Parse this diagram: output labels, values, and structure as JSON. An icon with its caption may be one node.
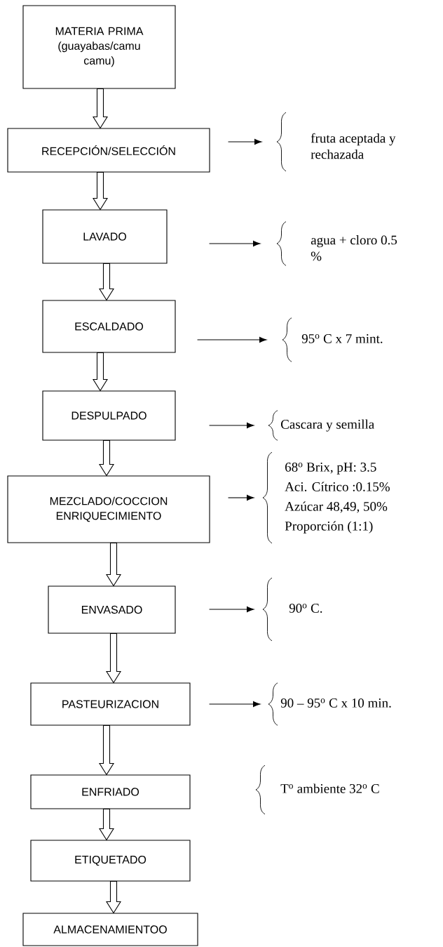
{
  "diagram": {
    "nodes": [
      {
        "text": [
          "MATERIA PRIMA (guayabas/camu camu)"
        ]
      },
      {
        "text": [
          "RECEPCIÓN/SELECCIÓN"
        ]
      },
      {
        "text": [
          "LAVADO"
        ]
      },
      {
        "text": [
          "ESCALDADO"
        ]
      },
      {
        "text": [
          "DESPULPADO"
        ]
      },
      {
        "text": [
          "MEZCLADO/COCCION ENRIQUECIMIENTO"
        ]
      },
      {
        "text": [
          "ENVASADO"
        ]
      },
      {
        "text": [
          "PASTEURIZACION"
        ]
      },
      {
        "text": [
          "ENFRIADO"
        ]
      },
      {
        "text": [
          "ETIQUETADO"
        ]
      },
      {
        "text": [
          "ALMACENAMIENTOO"
        ]
      },
      {
        "text": [
          "fruta aceptada y rechazada"
        ]
      },
      {
        "text": [
          "agua + cloro 0.5 %"
        ]
      },
      {
        "text": [
          "95$^{o}$ C x 7 mint."
        ]
      },
      {
        "text": [
          "Cascara y semilla"
        ]
      },
      {
        "text": [
          "68$^{o}$ Brix, pH: 3.5",
          "Aci. Cítrico :0.15%",
          "Azúcar 48,49, 50%",
          "Proporción (1:1)"
        ]
      },
      {
        "text": [
          "90$^{o}$ C."
        ]
      },
      {
        "text": [
          "90 – 95$^{o}$ C x 10 min."
        ]
      },
      {
        "text": [
          "T$^{o}$ ambiente 32$^{o}$ C"
        ]
      }
    ],
    "edges": [
      {
        "from": 0,
        "to": 1,
        "arrow": "to"
      },
      {
        "from": 1,
        "to": 2,
        "arrow": "to"
      },
      {
        "from": 2,
        "to": 3,
        "arrow": "to"
      },
      {
        "from": 3,
        "to": 4,
        "arrow": "to"
      },
      {
        "from": 4,
        "to": 5,
        "arrow": "to"
      },
      {
        "from": 5,
        "to": 6,
        "arrow": "to"
      },
      {
        "from": 6,
        "to": 7,
        "arrow": "to"
      },
      {
        "from": 7,
        "to": 8,
        "arrow": "to"
      },
      {
        "from": 8,
        "to": 9,
        "arrow": "to"
      },
      {
        "from": 9,
        "to": 10,
        "arrow": "to"
      },
      {
        "from": 1,
        "to": 11,
        "arrow": "to"
      },
      {
        "from": 2,
        "to": 12,
        "arrow": "to"
      },
      {
        "from": 3,
        "to": 13,
        "arrow": "to"
      },
      {
        "from": 4,
        "to": 14,
        "arrow": "to"
      },
      {
        "from": 5,
        "to": 15,
        "arrow": "to"
      },
      {
        "from": 6,
        "to": 16,
        "arrow": "to"
      },
      {
        "from": 7,
        "to": 17,
        "arrow": "to"
      }
    ]
  }
}
